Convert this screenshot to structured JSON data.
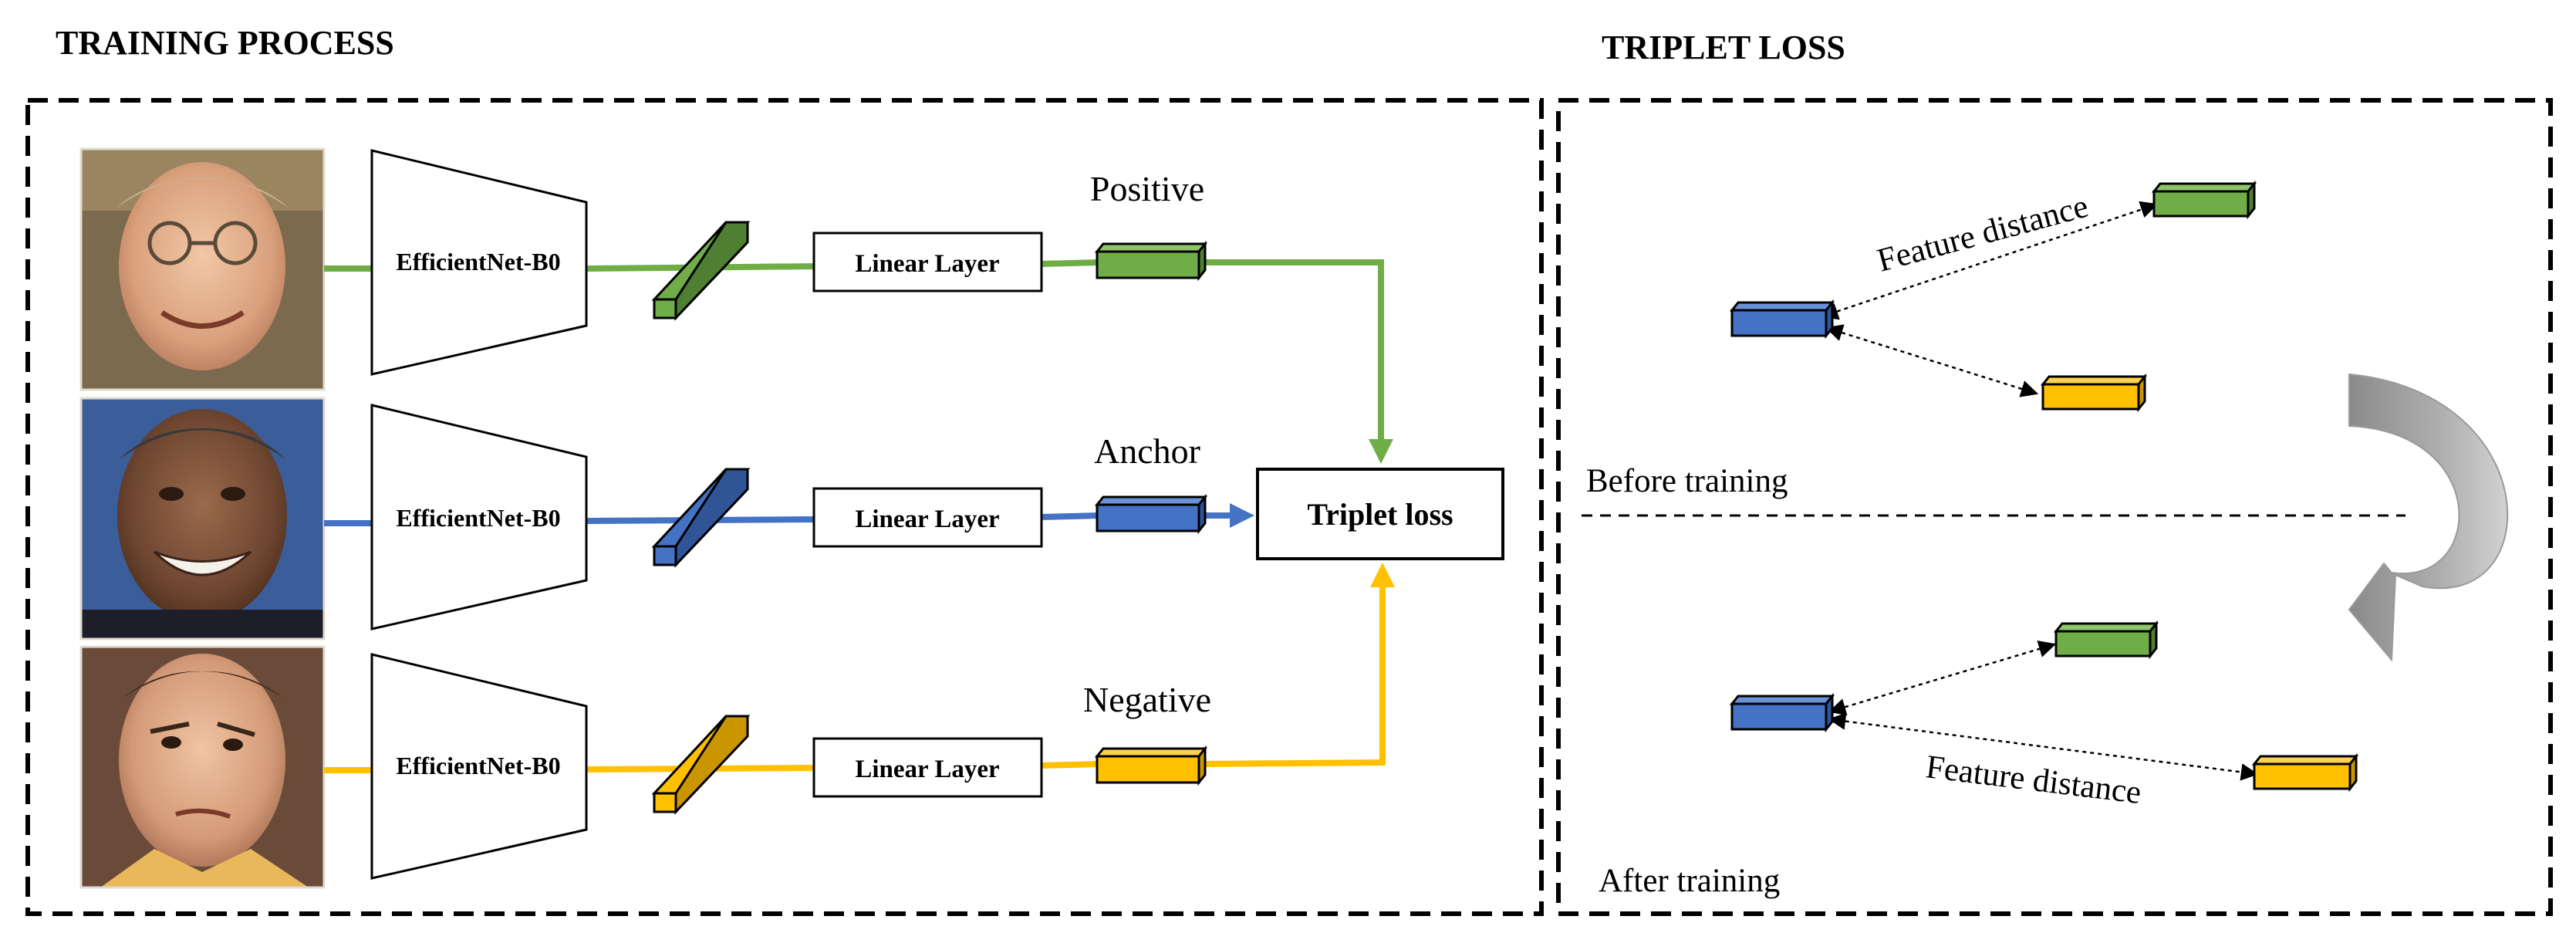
{
  "left_panel": {
    "title": "TRAINING PROCESS",
    "rows": [
      {
        "role": "Positive",
        "face_icon": "face-photo-1",
        "encoder": "EfficientNet-B0",
        "layer": "Linear Layer",
        "color": "#70ad47"
      },
      {
        "role": "Anchor",
        "face_icon": "face-photo-2",
        "encoder": "EfficientNet-B0",
        "layer": "Linear Layer",
        "color": "#4472c4"
      },
      {
        "role": "Negative",
        "face_icon": "face-photo-3",
        "encoder": "EfficientNet-B0",
        "layer": "Linear Layer",
        "color": "#ffc000"
      }
    ],
    "loss_box": "Triplet loss"
  },
  "right_panel": {
    "title": "TRIPLET LOSS",
    "before_label": "Before training",
    "after_label": "After training",
    "before_distance": "Feature distance",
    "after_distance": "Feature distance",
    "transition_icon": "curved-arrow-icon"
  }
}
